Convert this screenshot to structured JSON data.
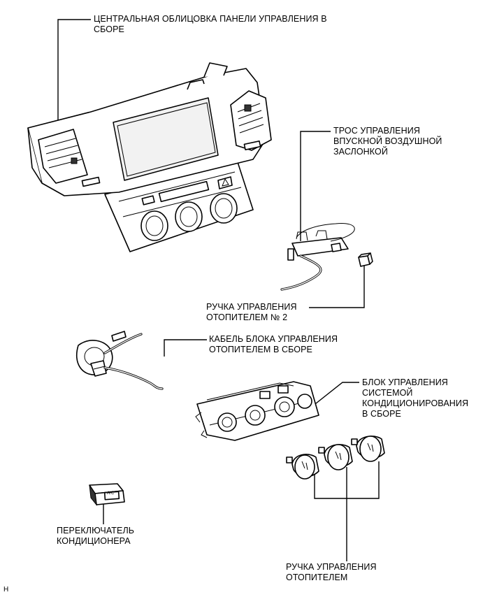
{
  "labels": {
    "center_panel_line1": "ЦЕНТРАЛЬНАЯ ОБЛИЦОВКА ПАНЕЛИ УПРАВЛЕНИЯ В",
    "center_panel_line2": "СБОРЕ",
    "intake_cable_line1": "ТРОС УПРАВЛЕНИЯ",
    "intake_cable_line2": "ВПУСКНОЙ ВОЗДУШНОЙ",
    "intake_cable_line3": "ЗАСЛОНКОЙ",
    "heater_knob2_line1": "РУЧКА УПРАВЛЕНИЯ",
    "heater_knob2_line2": "ОТОПИТЕЛЕМ № 2",
    "control_cable_line1": "КАБЕЛЬ БЛОКА УПРАВЛЕНИЯ",
    "control_cable_line2": "ОТОПИТЕЛЕМ В СБОРЕ",
    "ac_unit_line1": "БЛОК УПРАВЛЕНИЯ",
    "ac_unit_line2": "СИСТЕМОЙ",
    "ac_unit_line3": "КОНДИЦИОНИРОВАНИЯ",
    "ac_unit_line4": "В СБОРЕ",
    "ac_switch_line1": "ПЕРЕКЛЮЧАТЕЛЬ",
    "ac_switch_line2": "КОНДИЦИОНЕРА",
    "heater_knob_line1": "РУЧКА УПРАВЛЕНИЯ",
    "heater_knob_line2": "ОТОПИТЕЛЕМ"
  },
  "switch_text": "A/C",
  "figure_code": "H"
}
